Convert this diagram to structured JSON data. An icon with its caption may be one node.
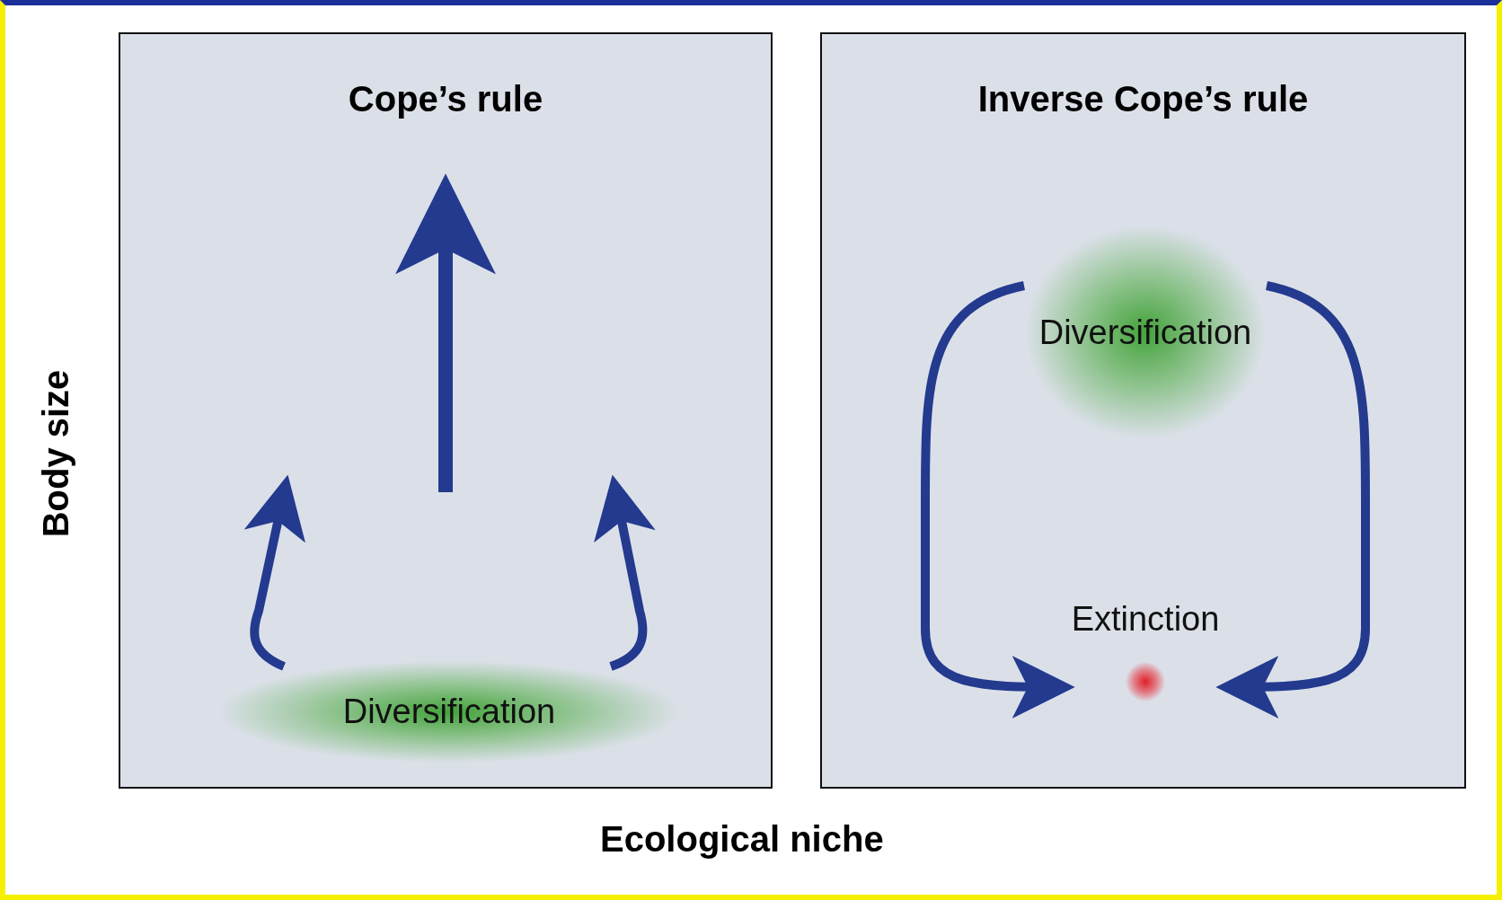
{
  "diagram": {
    "nodes": [
      {
        "text": [
          "Cope’s rule"
        ]
      },
      {
        "text": [
          "Diversification"
        ],
        "in": 0
      },
      {
        "text": [
          "Inverse Cope’s rule"
        ]
      },
      {
        "text": [
          "Diversification"
        ],
        "in": 2
      },
      {
        "text": [
          "Extinction"
        ],
        "in": 2
      }
    ],
    "edges": [
      {
        "from": 1,
        "to": null,
        "arrow": "to"
      },
      {
        "from": 1,
        "to": null,
        "arrow": "to"
      },
      {
        "from": 3,
        "to": 4,
        "arrow": "to"
      },
      {
        "from": 3,
        "to": 4,
        "arrow": "to"
      }
    ],
    "labels": [
      "Body size",
      "Ecological niche"
    ]
  }
}
